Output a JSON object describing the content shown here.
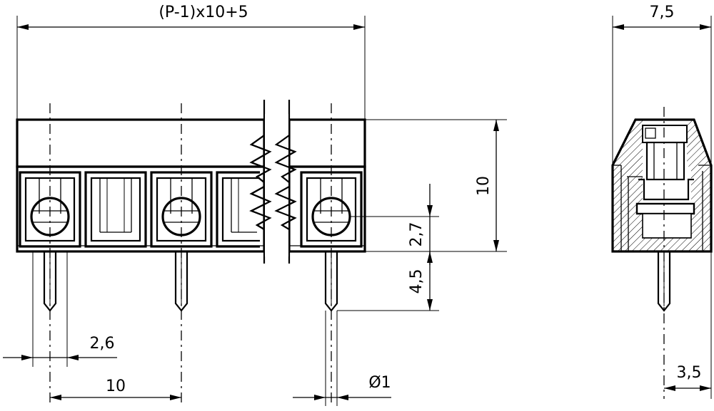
{
  "dimensions": {
    "overall_length": "(P-1)x10+5",
    "side_width": "7,5",
    "height_total": "10",
    "pin_offset": "2,7",
    "pin_length": "4,5",
    "edge_to_pin": "2,6",
    "pitch": "10",
    "pin_diameter": "Ø1",
    "side_pin_offset": "3,5"
  }
}
